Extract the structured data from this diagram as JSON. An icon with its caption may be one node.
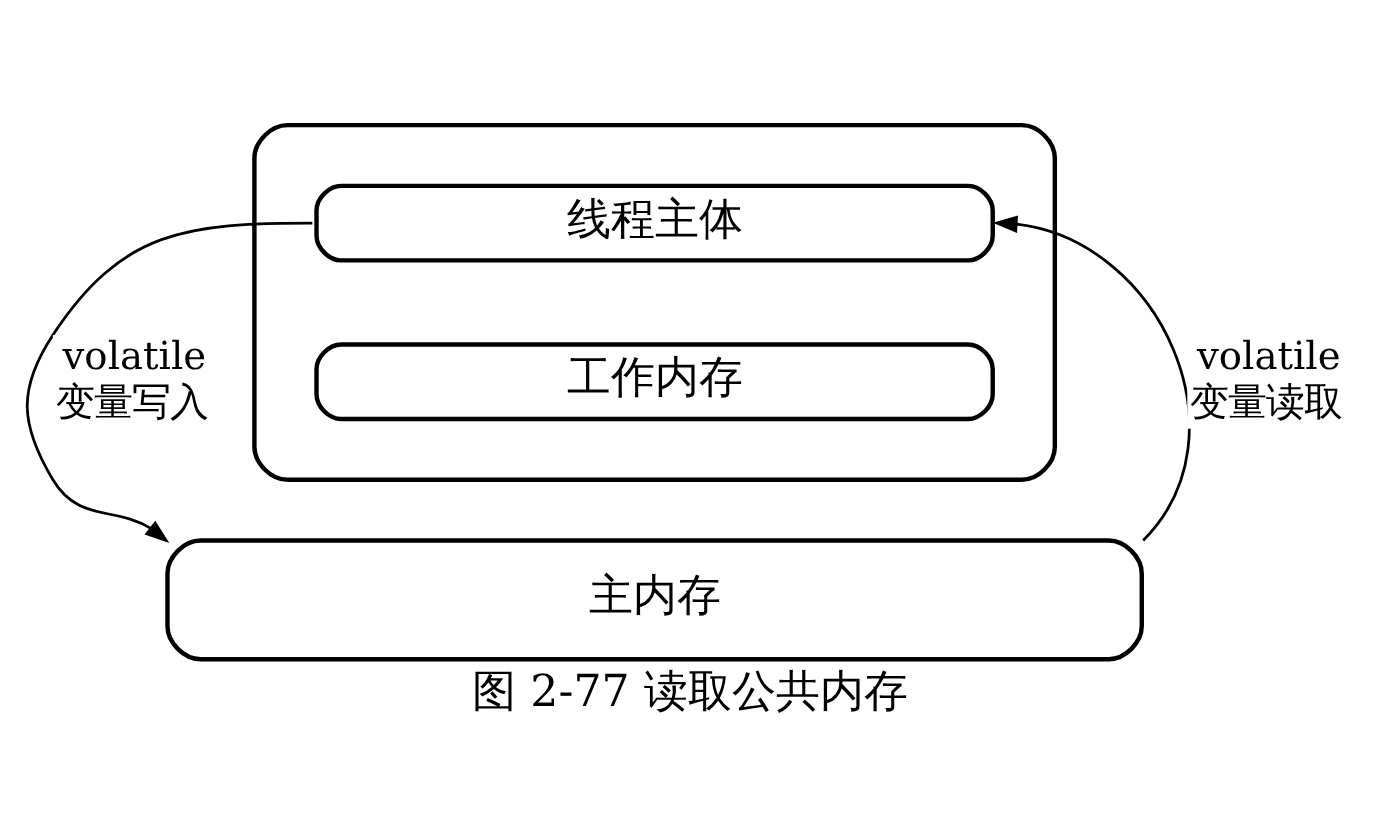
{
  "diagram": {
    "caption": "图 2-77 读取公共内存",
    "nodes": [
      {
        "text": [],
        "shape": "box"
      },
      {
        "text": [
          "线程主体"
        ],
        "in": 0
      },
      {
        "text": [
          "工作内存"
        ],
        "in": 0
      },
      {
        "text": [
          "主内存"
        ]
      }
    ],
    "edges": [
      {
        "from": 1,
        "to": 3,
        "arrow": "to",
        "label": "volatile 变量写入"
      },
      {
        "from": 3,
        "to": 1,
        "arrow": "to",
        "label": "volatile 变量读取"
      }
    ]
  }
}
